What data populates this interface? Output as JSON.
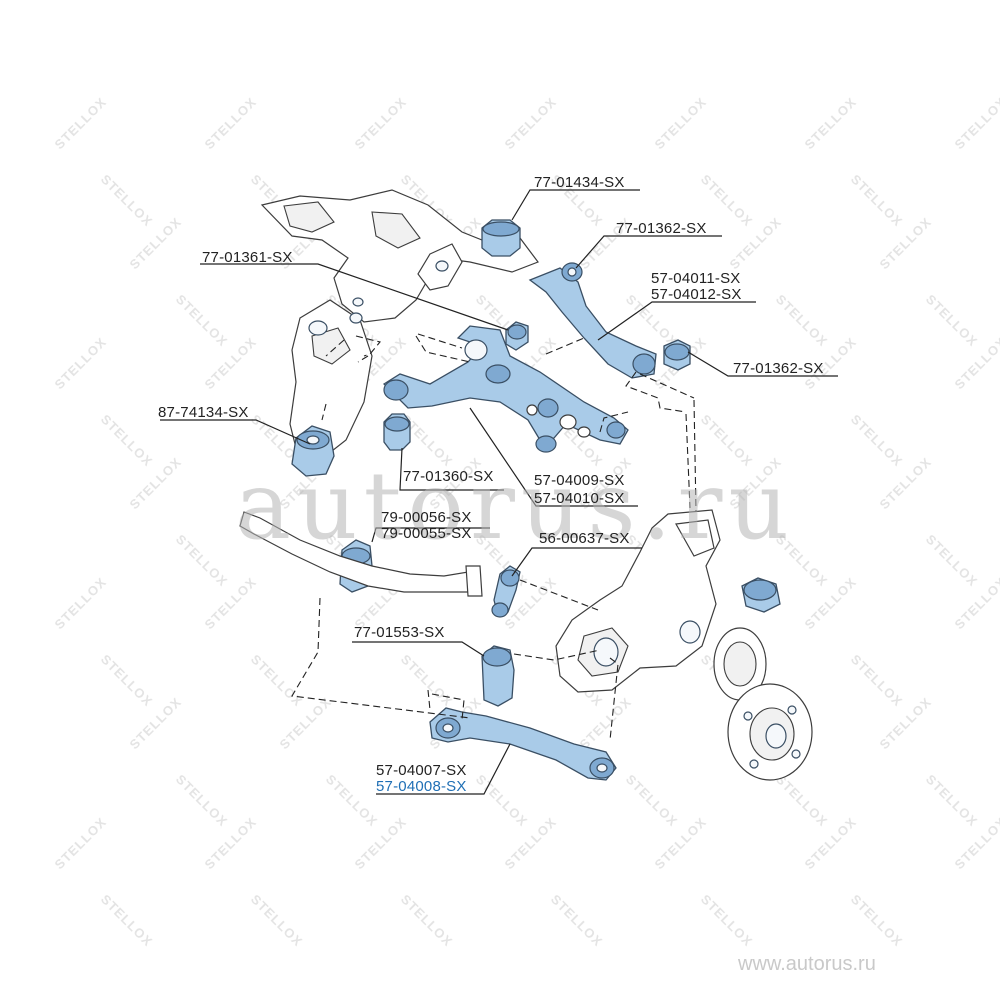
{
  "labels": {
    "p77_01434": "77-01434-SX",
    "p77_01362_top": "77-01362-SX",
    "p77_01361": "77-01361-SX",
    "p57_04011": "57-04011-SX",
    "p57_04012": "57-04012-SX",
    "p77_01362_right": "77-01362-SX",
    "p87_74134": "87-74134-SX",
    "p77_01360": "77-01360-SX",
    "p57_04009": "57-04009-SX",
    "p57_04010": "57-04010-SX",
    "p79_00056": "79-00056-SX",
    "p79_00055": "79-00055-SX",
    "p56_00637": "56-00637-SX",
    "p77_01553": "77-01553-SX",
    "p57_04007": "57-04007-SX",
    "p57_04008": "57-04008-SX"
  },
  "watermark": {
    "main": "autorus.ru",
    "footer": "www.autorus.ru",
    "pattern": "STELLOX"
  },
  "colors": {
    "part_fill": "#a9cbe8",
    "part_dark": "#7fa9d1",
    "outline": "#3a4f64",
    "highlight_label": "#1f6fb5",
    "watermark": "#e4e4e4"
  }
}
